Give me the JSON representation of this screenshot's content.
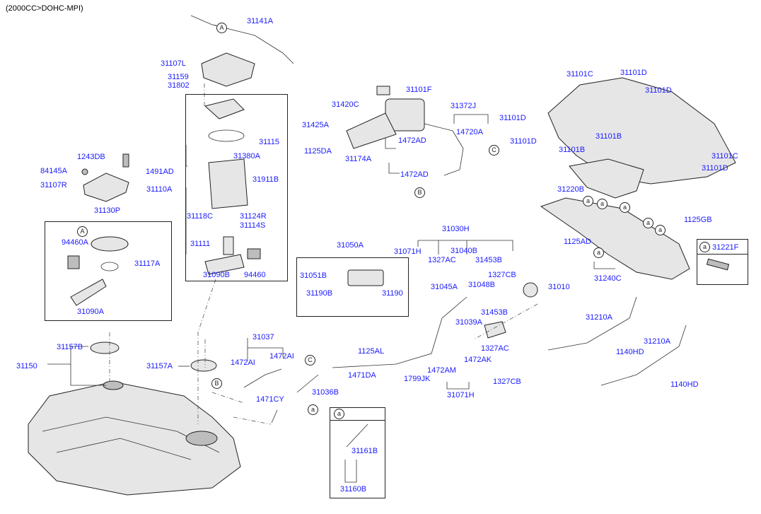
{
  "header": "(2000CC>DOHC-MPI)",
  "callouts": {
    "a": "a",
    "A": "A",
    "B": "B",
    "C": "C"
  },
  "labels": {
    "p31141A": "31141A",
    "p31107L": "31107L",
    "p31159": "31159",
    "p31802": "31802",
    "p31115": "31115",
    "p31380A": "31380A",
    "p31911B": "31911B",
    "p31110A": "31110A",
    "p31118C": "31118C",
    "p31124R": "31124R",
    "p31114S": "31114S",
    "p31111": "31111",
    "p31090B": "31090B",
    "p94460": "94460",
    "p1243DB": "1243DB",
    "p84145A": "84145A",
    "p1491AD": "1491AD",
    "p31107R": "31107R",
    "p31130P": "31130P",
    "p94460A": "94460A",
    "p31117A": "31117A",
    "p31090A": "31090A",
    "p31101F": "31101F",
    "p31420C": "31420C",
    "p31372J": "31372J",
    "p31425A": "31425A",
    "p14720A": "14720A",
    "p1472AD_1": "1472AD",
    "p1125DA": "1125DA",
    "p31174A": "31174A",
    "p1472AD_2": "1472AD",
    "p31101C_1": "31101C",
    "p31101D_1": "31101D",
    "p31101D_2": "31101D",
    "p31101D_3": "31101D",
    "p31101B_1": "31101B",
    "p31101D_4": "31101D",
    "p31101B_2": "31101B",
    "p31101C_2": "31101C",
    "p31101D_5": "31101D",
    "p31220B": "31220B",
    "p1125GB": "1125GB",
    "p1125AD": "1125AD",
    "p31221F": "31221F",
    "p31240C": "31240C",
    "p31050A": "31050A",
    "p31051B": "31051B",
    "p31190B": "31190B",
    "p31190": "31190",
    "p31030H": "31030H",
    "p31071H_1": "31071H",
    "p31040B": "31040B",
    "p1327AC_1": "1327AC",
    "p31453B_1": "31453B",
    "p1327CB_1": "1327CB",
    "p31045A": "31045A",
    "p31048B": "31048B",
    "p31010": "31010",
    "p31453B_2": "31453B",
    "p31039A": "31039A",
    "p1327AC_2": "1327AC",
    "p1472AK": "1472AK",
    "p1472AM": "1472AM",
    "p31071H_2": "31071H",
    "p1327CB_2": "1327CB",
    "p31210A_1": "31210A",
    "p1140HD_1": "1140HD",
    "p31210A_2": "31210A",
    "p1140HD_2": "1140HD",
    "p31037": "31037",
    "p1472AI_1": "1472AI",
    "p1472AI_2": "1472AI",
    "p1125AL": "1125AL",
    "p1471DA": "1471DA",
    "p1799JK": "1799JK",
    "p31036B": "31036B",
    "p1471CY": "1471CY",
    "p31157B": "31157B",
    "p31150": "31150",
    "p31157A": "31157A",
    "p31161B": "31161B",
    "p31160B": "31160B"
  }
}
